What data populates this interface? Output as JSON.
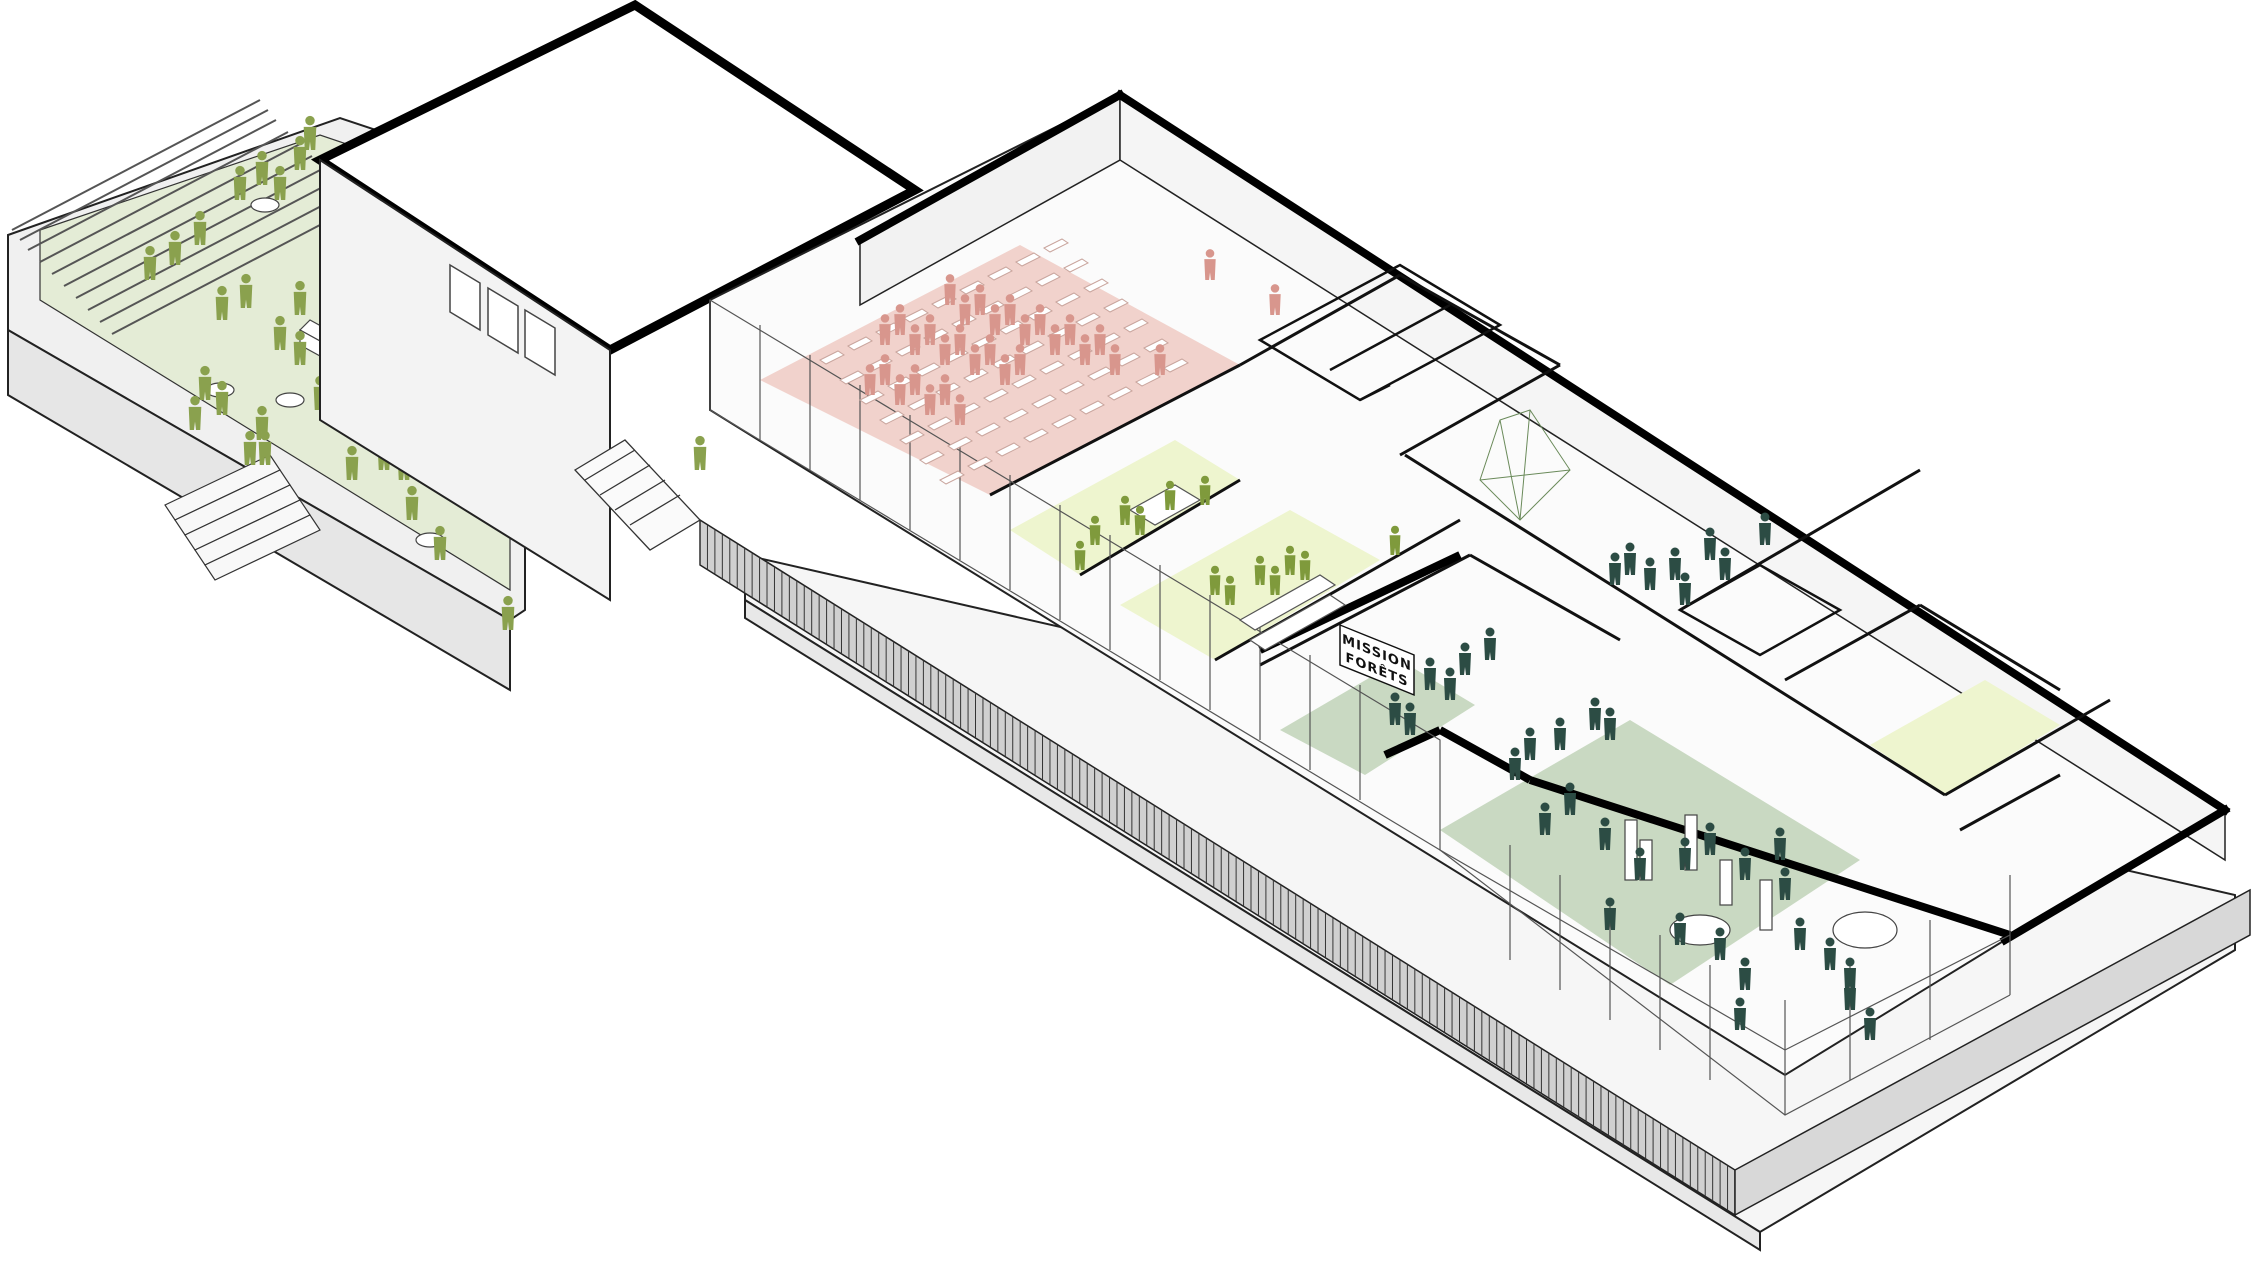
{
  "signage": {
    "line1": "MISSION",
    "line2": "FORÊTS"
  },
  "colors": {
    "terrace_floor": "#e4ecd6",
    "terrace_people": "#8aa14e",
    "auditorium_floor": "#f1d2cc",
    "auditorium_people": "#d8968d",
    "meeting_floor": "#eef5cf",
    "meeting_people": "#7f9a3c",
    "exhibition_floor": "#c9d9c2",
    "exhibition_people": "#2c4c44",
    "walls": "#111111",
    "wall_fill": "#f3f3f3",
    "background": "#ffffff"
  },
  "zones": [
    {
      "id": "roof-terrace",
      "people_color": "terrace_people"
    },
    {
      "id": "auditorium",
      "people_color": "auditorium_people"
    },
    {
      "id": "meeting-rooms",
      "people_color": "meeting_people"
    },
    {
      "id": "mission-forets-room",
      "people_color": "exhibition_people"
    },
    {
      "id": "exhibition-hall",
      "people_color": "exhibition_people"
    },
    {
      "id": "lounge",
      "people_color": "exhibition_people"
    }
  ]
}
